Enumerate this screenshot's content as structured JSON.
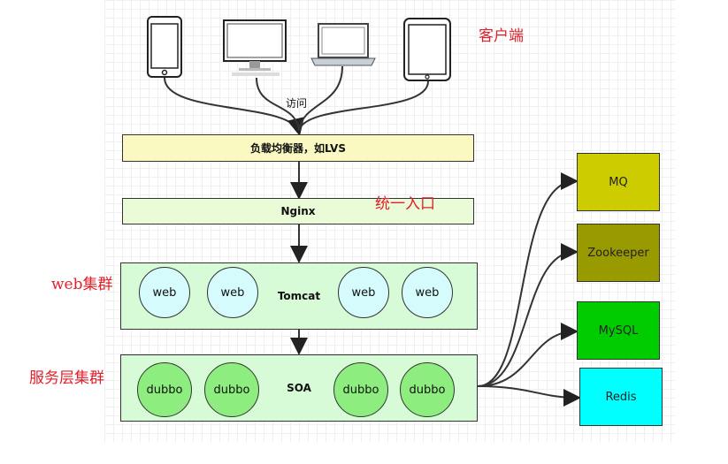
{
  "labels": {
    "clients": "客户端",
    "access": "访问",
    "unified_entry": "统一入口",
    "web_cluster": "web集群",
    "service_cluster": "服务层集群"
  },
  "boxes": {
    "load_balancer": "负载均衡器，如LVS",
    "nginx": "Nginx",
    "tomcat": "Tomcat",
    "soa": "SOA"
  },
  "web_nodes": [
    "web",
    "web",
    "web",
    "web"
  ],
  "dubbo_nodes": [
    "dubbo",
    "dubbo",
    "dubbo",
    "dubbo"
  ],
  "services": {
    "mq": "MQ",
    "zookeeper": "Zookeeper",
    "mysql": "MySQL",
    "redis": "Redis"
  },
  "colors": {
    "mq": "#cccc00",
    "zookeeper": "#999900",
    "mysql": "#00cc00",
    "redis": "#00ffff",
    "label_red": "#e0202a"
  },
  "icons": [
    "phone-icon",
    "desktop-monitor-icon",
    "laptop-icon",
    "tablet-icon"
  ]
}
